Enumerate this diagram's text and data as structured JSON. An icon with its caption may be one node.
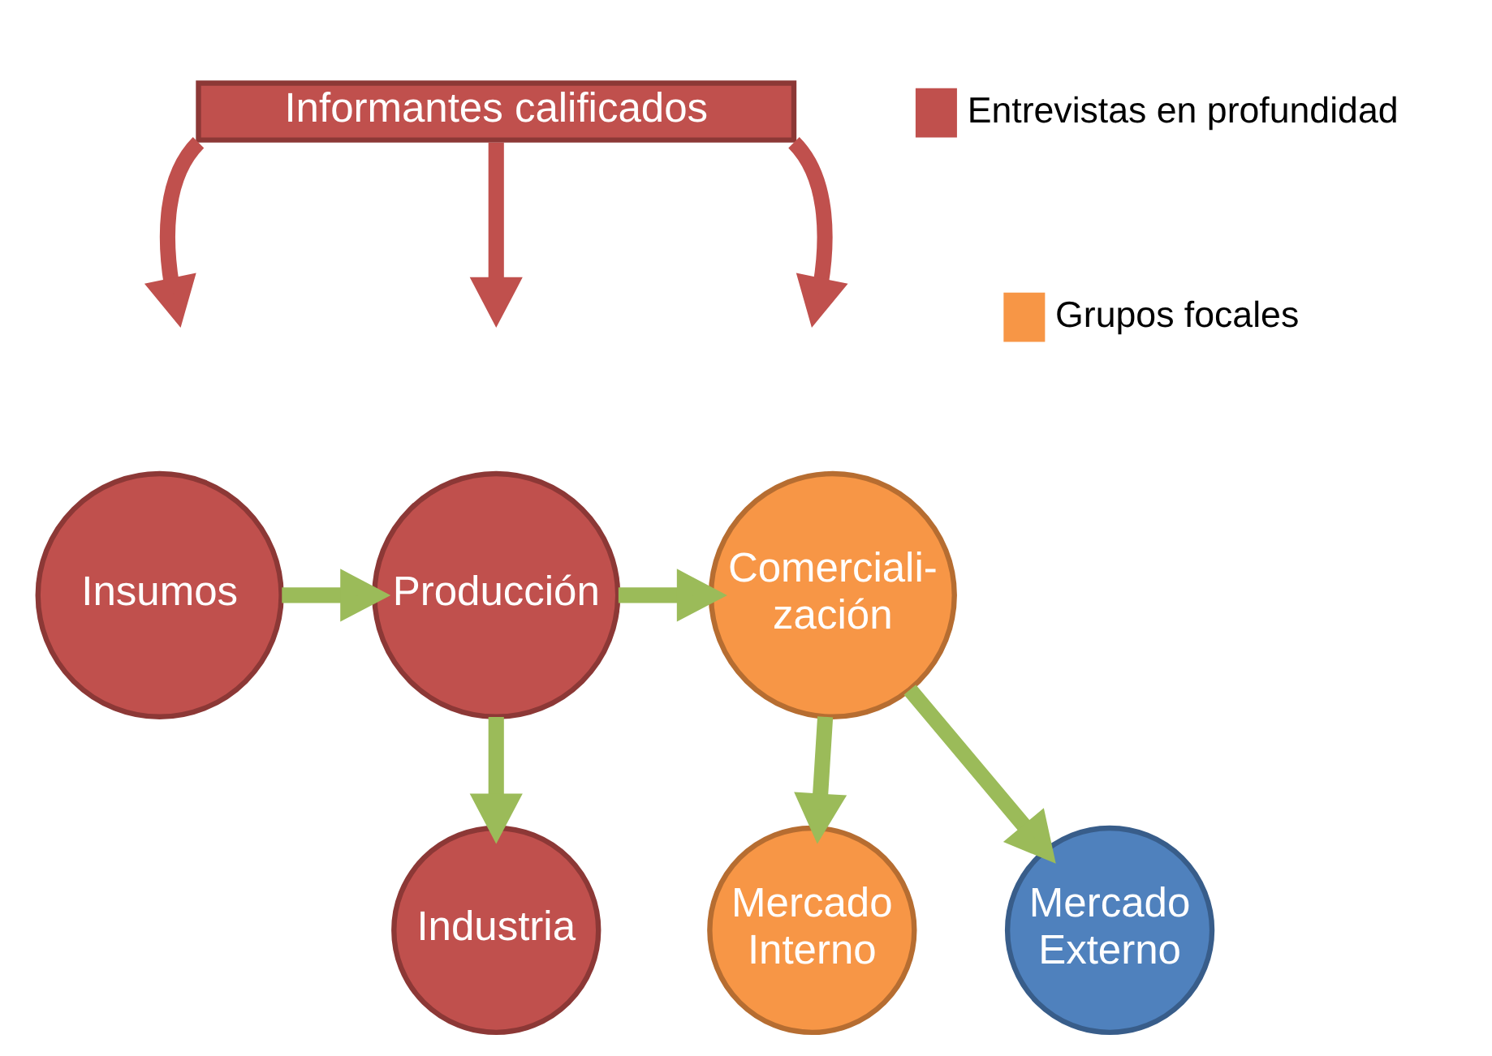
{
  "diagram": {
    "nodes": [
      {
        "text": [
          "Informantes calificados"
        ]
      },
      {
        "text": [
          "Insumos"
        ]
      },
      {
        "text": [
          "Producción"
        ]
      },
      {
        "text": [
          "Comerciali- zación"
        ]
      },
      {
        "text": [
          "Mercado Interno"
        ]
      },
      {
        "text": [
          "Mercado Externo"
        ]
      },
      {
        "text": [
          "Industria"
        ]
      }
    ],
    "edges": [
      {
        "from": 0,
        "to": null,
        "arrow": "to",
        "color": "#c0504d"
      },
      {
        "from": 0,
        "to": null,
        "arrow": "to",
        "color": "#c0504d"
      },
      {
        "from": 0,
        "to": null,
        "arrow": "to",
        "color": "#c0504d"
      },
      {
        "from": 1,
        "to": 2,
        "arrow": "to"
      },
      {
        "from": 2,
        "to": 3,
        "arrow": "to"
      },
      {
        "from": 3,
        "to": 4,
        "arrow": "to"
      },
      {
        "from": 3,
        "to": 5,
        "arrow": "to"
      },
      {
        "from": 2,
        "to": 6,
        "arrow": "to"
      }
    ],
    "legend": [
      {
        "text": "Entrevistas en profundidad",
        "color": "#c0504d"
      },
      {
        "text": "Grupos focales",
        "color": "#f79646"
      }
    ]
  }
}
